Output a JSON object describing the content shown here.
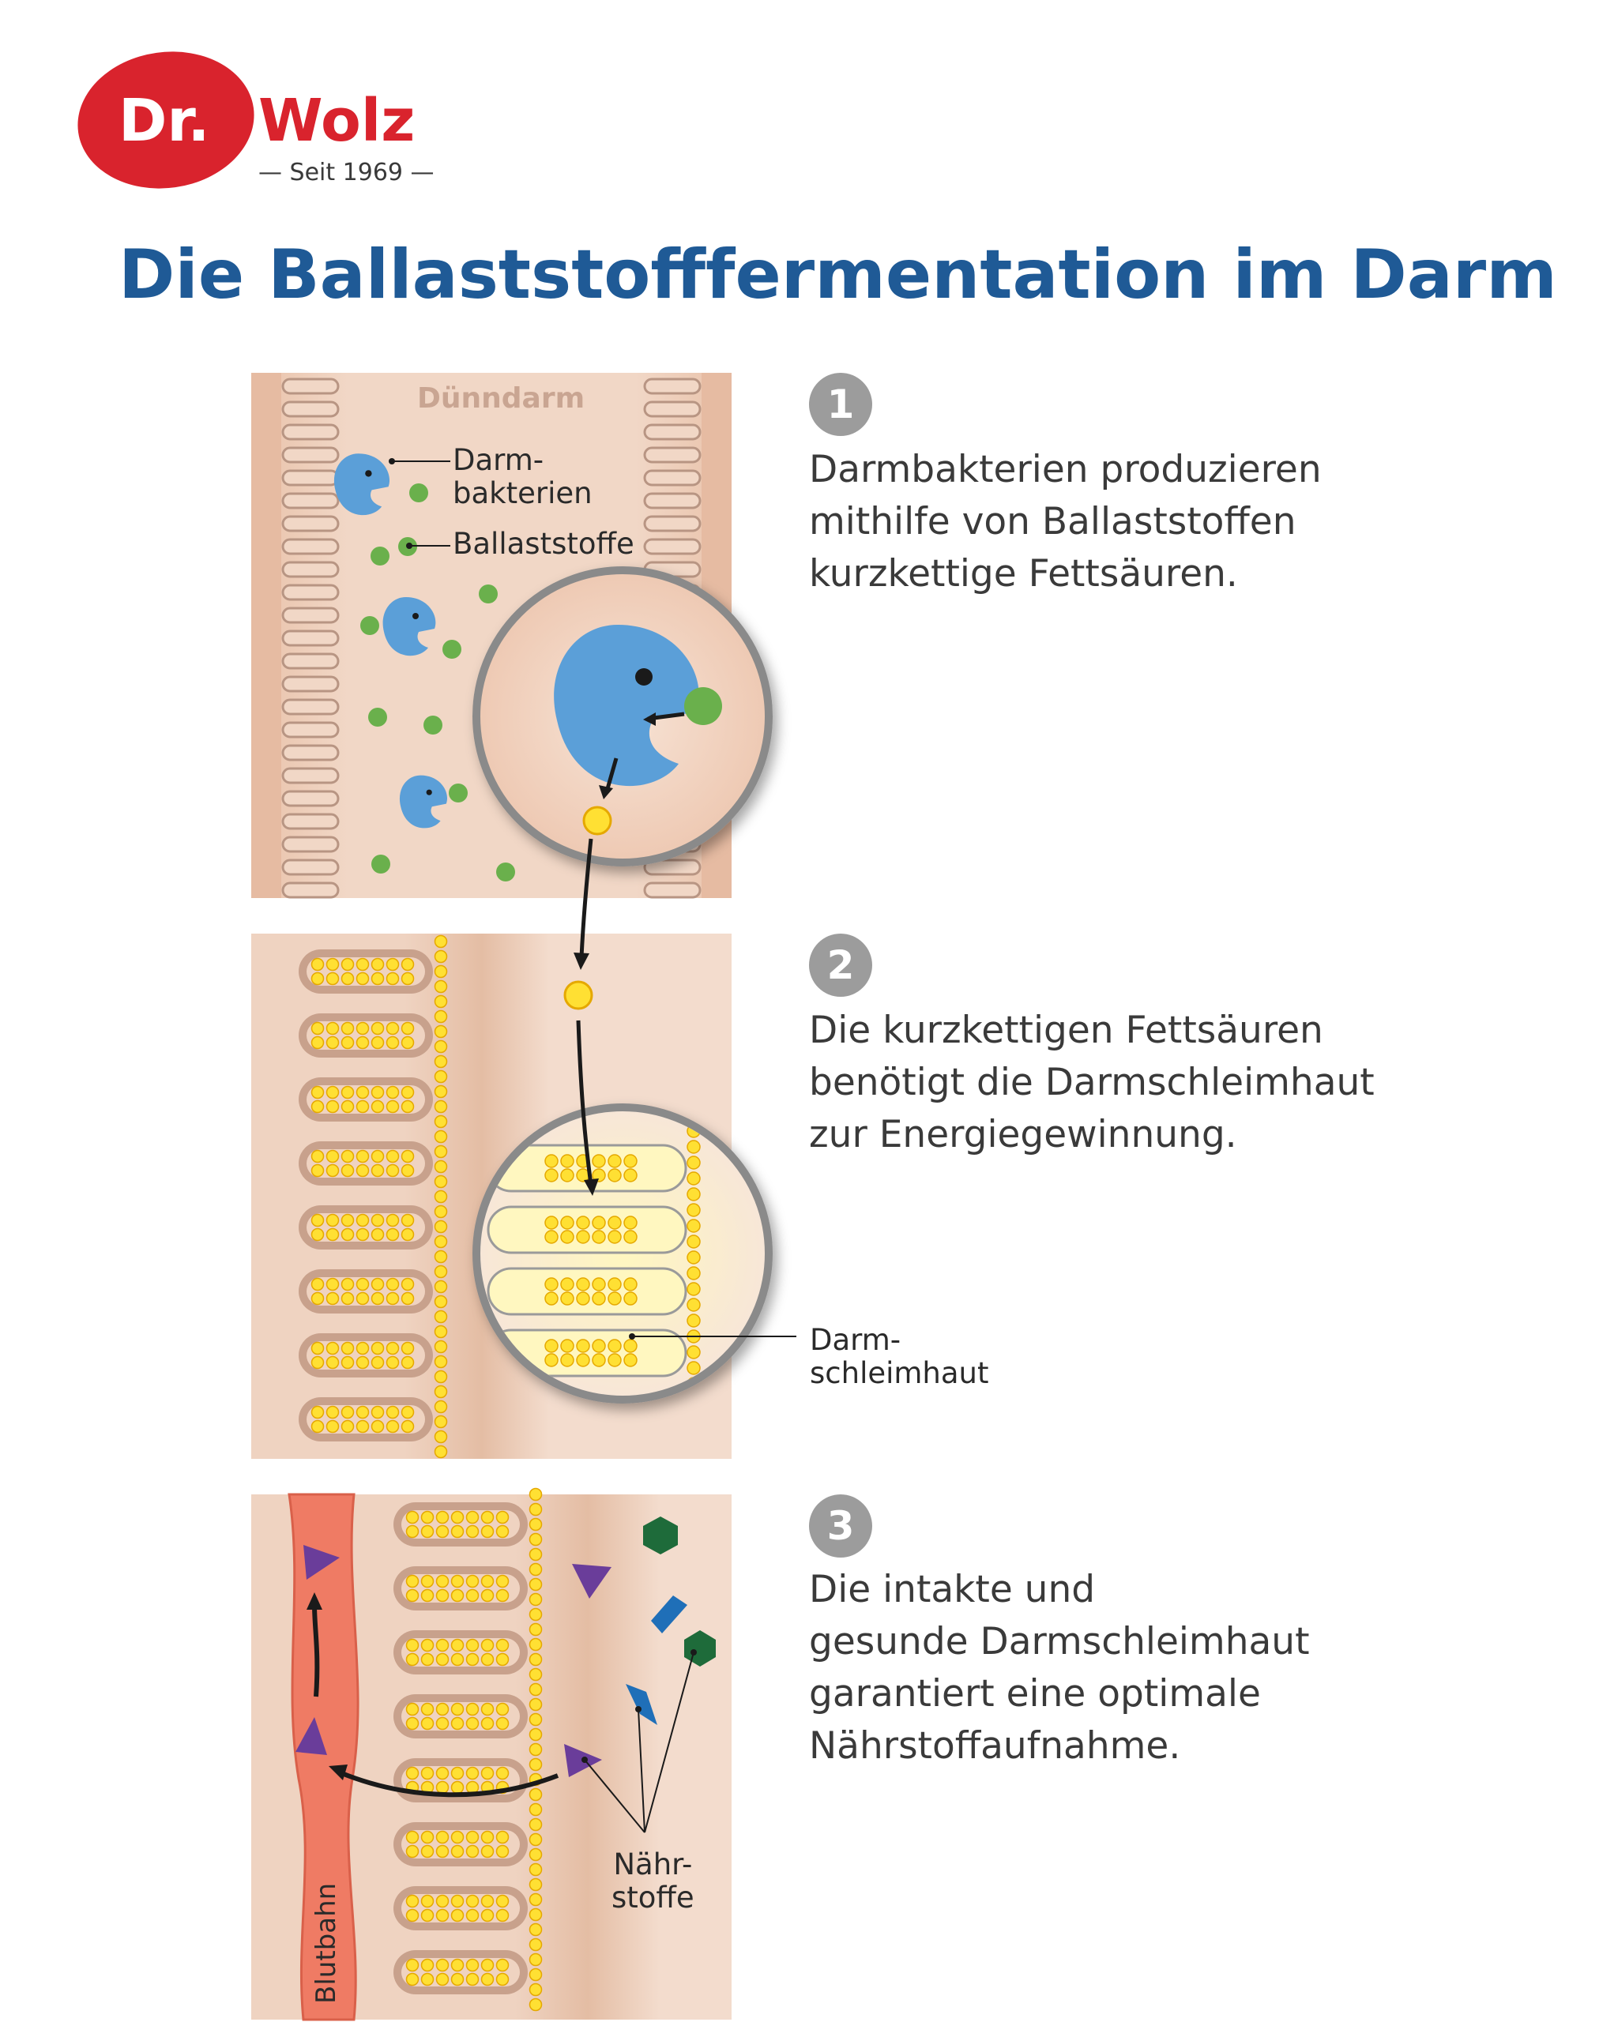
{
  "logo": {
    "brand_dr": "Dr.",
    "brand_name": "Wolz",
    "tagline": "— Seit 1969 —",
    "brand_color": "#d9232d"
  },
  "title": "Die Ballaststofffermentation im Darm",
  "colors": {
    "title": "#1f5a96",
    "bacteria": "#5b9fd8",
    "fiber": "#6ab04c",
    "fatty_acid": "#ffe033",
    "bloodstream": "#ef7b64",
    "nutrient_purple": "#6a3d9a",
    "nutrient_blue": "#1f6fb8",
    "nutrient_green": "#1e6b3a"
  },
  "panel1": {
    "region_label": "Dünndarm",
    "bacteria_label_line1": "Darm-",
    "bacteria_label_line2": "bakterien",
    "fiber_label": "Ballaststoffe"
  },
  "panel2": {
    "mucosa_label_line1": "Darm-",
    "mucosa_label_line2": "schleimhaut"
  },
  "panel3": {
    "bloodstream_label": "Blutbahn",
    "nutrients_label_line1": "Nähr-",
    "nutrients_label_line2": "stoffe"
  },
  "steps": [
    {
      "number": "1",
      "lines": [
        "Darmbakterien produzieren",
        "mithilfe von Ballaststoffen",
        "kurzkettige Fettsäuren."
      ]
    },
    {
      "number": "2",
      "lines": [
        "Die kurzkettigen Fettsäuren",
        "benötigt die Darmschleimhaut",
        "zur Energiegewinnung."
      ]
    },
    {
      "number": "3",
      "lines": [
        "Die intakte und",
        "gesunde Darmschleimhaut",
        "garantiert eine optimale",
        "Nährstoffaufnahme."
      ]
    }
  ]
}
